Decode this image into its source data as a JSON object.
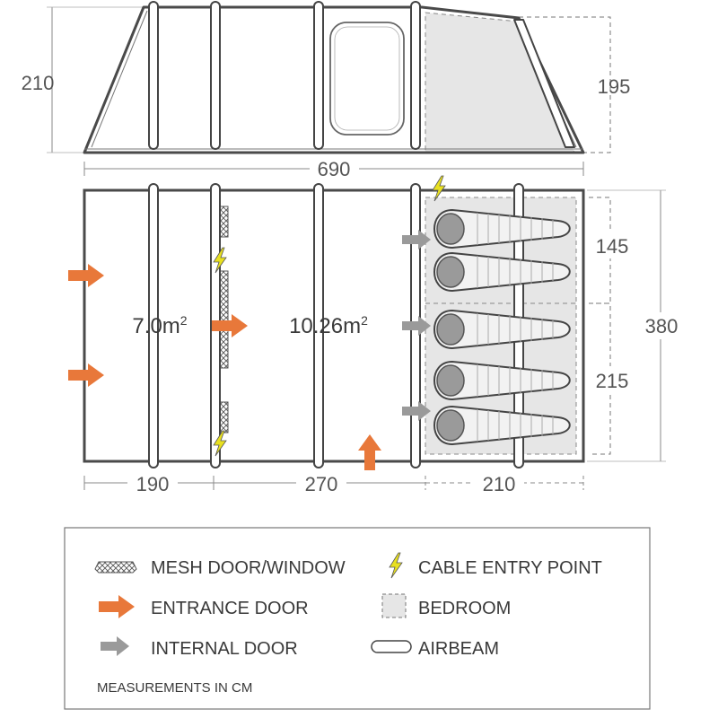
{
  "diagram": {
    "elevation": {
      "height_left": "210",
      "height_right": "195"
    },
    "plan": {
      "total_length": "690",
      "width": "380",
      "segments": [
        "190",
        "270",
        "210"
      ],
      "bedroom_widths": [
        "145",
        "215"
      ],
      "areas": {
        "area_1": {
          "value": "7.0m",
          "sup": "2"
        },
        "area_2": {
          "value": "10.26m",
          "sup": "2"
        }
      }
    },
    "legend": {
      "mesh": "MESH DOOR/WINDOW",
      "cable": "CABLE ENTRY POINT",
      "entrance": "ENTRANCE DOOR",
      "bedroom": "BEDROOM",
      "internal": "INTERNAL DOOR",
      "airbeam": "AIRBEAM",
      "note": "MEASUREMENTS IN CM"
    },
    "colors": {
      "outline": "#4a4a4a",
      "entrance": "#e8783a",
      "internal": "#9a9a9a",
      "bolt": "#e8e020",
      "bedroom_fill": "#e6e6e6",
      "airbeam_fill": "#ffffff"
    },
    "icons": {
      "entrance": "orange-arrow-icon",
      "internal": "grey-arrow-icon",
      "cable": "lightning-bolt-icon",
      "mesh": "mesh-hatch-icon",
      "bedroom": "bedroom-dashed-square-icon",
      "airbeam": "airbeam-pill-icon",
      "sleeping": "sleeping-bag-icon"
    }
  }
}
